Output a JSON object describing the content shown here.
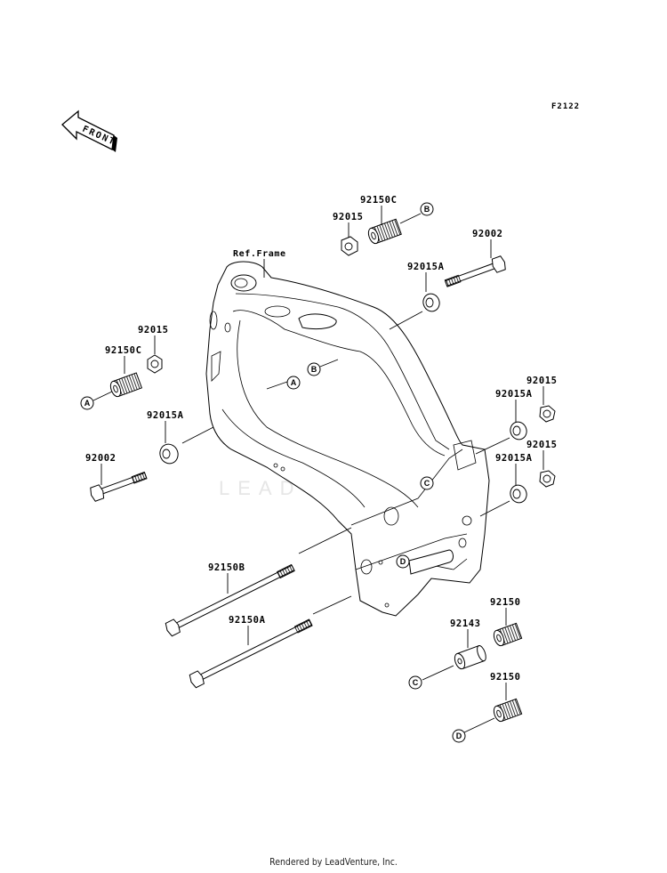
{
  "figure_code": "F2122",
  "front_indicator": "FRONT",
  "frame_label": "Ref.Frame",
  "watermark": "LEADVENTURE",
  "footer": "Rendered by LeadVenture, Inc.",
  "callouts": [
    "A",
    "B",
    "C",
    "D"
  ],
  "parts": [
    {
      "id": "p1",
      "number": "92015",
      "desc": "nut (top, group B)"
    },
    {
      "id": "p2",
      "number": "92150C",
      "desc": "threaded collar (top, to B)"
    },
    {
      "id": "p3",
      "number": "92002",
      "desc": "bolt (top right)"
    },
    {
      "id": "p4",
      "number": "92015A",
      "desc": "bushing (top right)"
    },
    {
      "id": "p5",
      "number": "92015",
      "desc": "nut (left, group A)"
    },
    {
      "id": "p6",
      "number": "92150C",
      "desc": "threaded collar (left, to A)"
    },
    {
      "id": "p7",
      "number": "92015A",
      "desc": "bushing (left)"
    },
    {
      "id": "p8",
      "number": "92002",
      "desc": "bolt (left)"
    },
    {
      "id": "p9",
      "number": "92015",
      "desc": "nut (right upper)"
    },
    {
      "id": "p10",
      "number": "92015A",
      "desc": "bushing (right upper)"
    },
    {
      "id": "p11",
      "number": "92015",
      "desc": "nut (right lower)"
    },
    {
      "id": "p12",
      "number": "92015A",
      "desc": "bushing (right lower)"
    },
    {
      "id": "p13",
      "number": "92150B",
      "desc": "long bolt"
    },
    {
      "id": "p14",
      "number": "92150A",
      "desc": "long bolt"
    },
    {
      "id": "p15",
      "number": "92143",
      "desc": "collar (to C)"
    },
    {
      "id": "p16",
      "number": "92150",
      "desc": "threaded collar (upper)"
    },
    {
      "id": "p17",
      "number": "92150",
      "desc": "threaded collar (to D)"
    }
  ]
}
